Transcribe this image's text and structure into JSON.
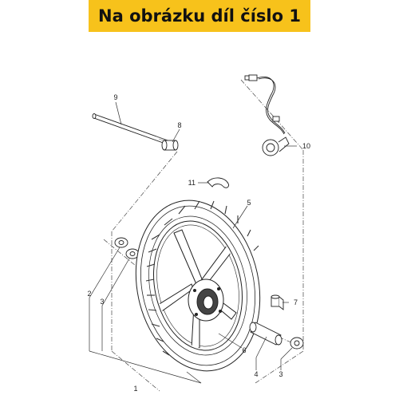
{
  "banner": {
    "title": "Na obrázku díl číslo 1",
    "color": "#f7c21b"
  },
  "diagram": {
    "callouts": [
      {
        "key": "p9",
        "text": "9"
      },
      {
        "key": "p8",
        "text": "8"
      },
      {
        "key": "p10",
        "text": "10"
      },
      {
        "key": "p11",
        "text": "11"
      },
      {
        "key": "p5",
        "text": "5"
      },
      {
        "key": "p2",
        "text": "2"
      },
      {
        "key": "p3a",
        "text": "3"
      },
      {
        "key": "p7",
        "text": "7"
      },
      {
        "key": "p6",
        "text": "6"
      },
      {
        "key": "p4",
        "text": "4"
      },
      {
        "key": "p3b",
        "text": "3"
      },
      {
        "key": "p1",
        "text": "1"
      }
    ],
    "parts": [
      {
        "key": "axle",
        "icon": "axle-icon"
      },
      {
        "key": "collar",
        "icon": "collar-icon"
      },
      {
        "key": "sensor",
        "icon": "speed-sensor-icon"
      },
      {
        "key": "clip",
        "icon": "clip-icon"
      },
      {
        "key": "wheel",
        "icon": "wheel-icon"
      },
      {
        "key": "bearing",
        "icon": "bearing-icon"
      },
      {
        "key": "seal",
        "icon": "oil-seal-icon"
      },
      {
        "key": "valve",
        "icon": "valve-icon"
      },
      {
        "key": "spacer",
        "icon": "spacer-icon"
      }
    ]
  }
}
